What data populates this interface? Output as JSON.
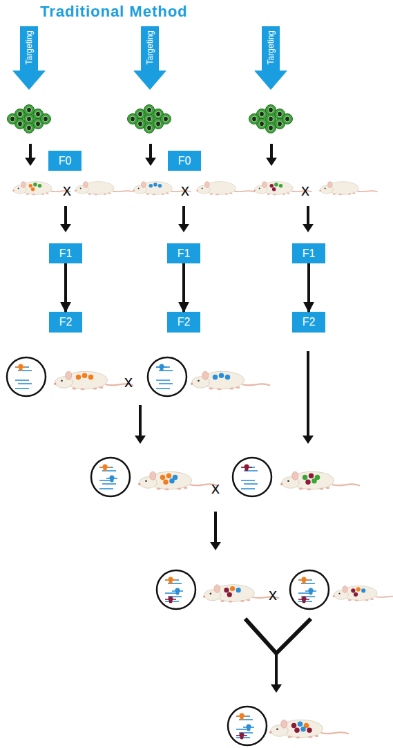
{
  "diagram": {
    "title": "Traditional Method",
    "nodes": [
      {
        "text": [
          "Targeting"
        ]
      },
      {
        "text": [
          "Targeting"
        ]
      },
      {
        "text": [
          "Targeting"
        ]
      },
      {
        "text": [
          "F0"
        ]
      },
      {
        "text": [
          "F0"
        ]
      },
      {
        "text": [
          "F1"
        ]
      },
      {
        "text": [
          "F1"
        ]
      },
      {
        "text": [
          "F1"
        ]
      },
      {
        "text": [
          "F2"
        ]
      },
      {
        "text": [
          "F2"
        ]
      },
      {
        "text": [
          "F2"
        ]
      }
    ],
    "edges": [
      {
        "from": 5,
        "to": 8,
        "arrow": "to"
      },
      {
        "from": 6,
        "to": 9,
        "arrow": "to"
      },
      {
        "from": 7,
        "to": 10,
        "arrow": "to"
      }
    ],
    "labels": [
      "x",
      "x",
      "x",
      "x",
      "x",
      "x"
    ]
  }
}
